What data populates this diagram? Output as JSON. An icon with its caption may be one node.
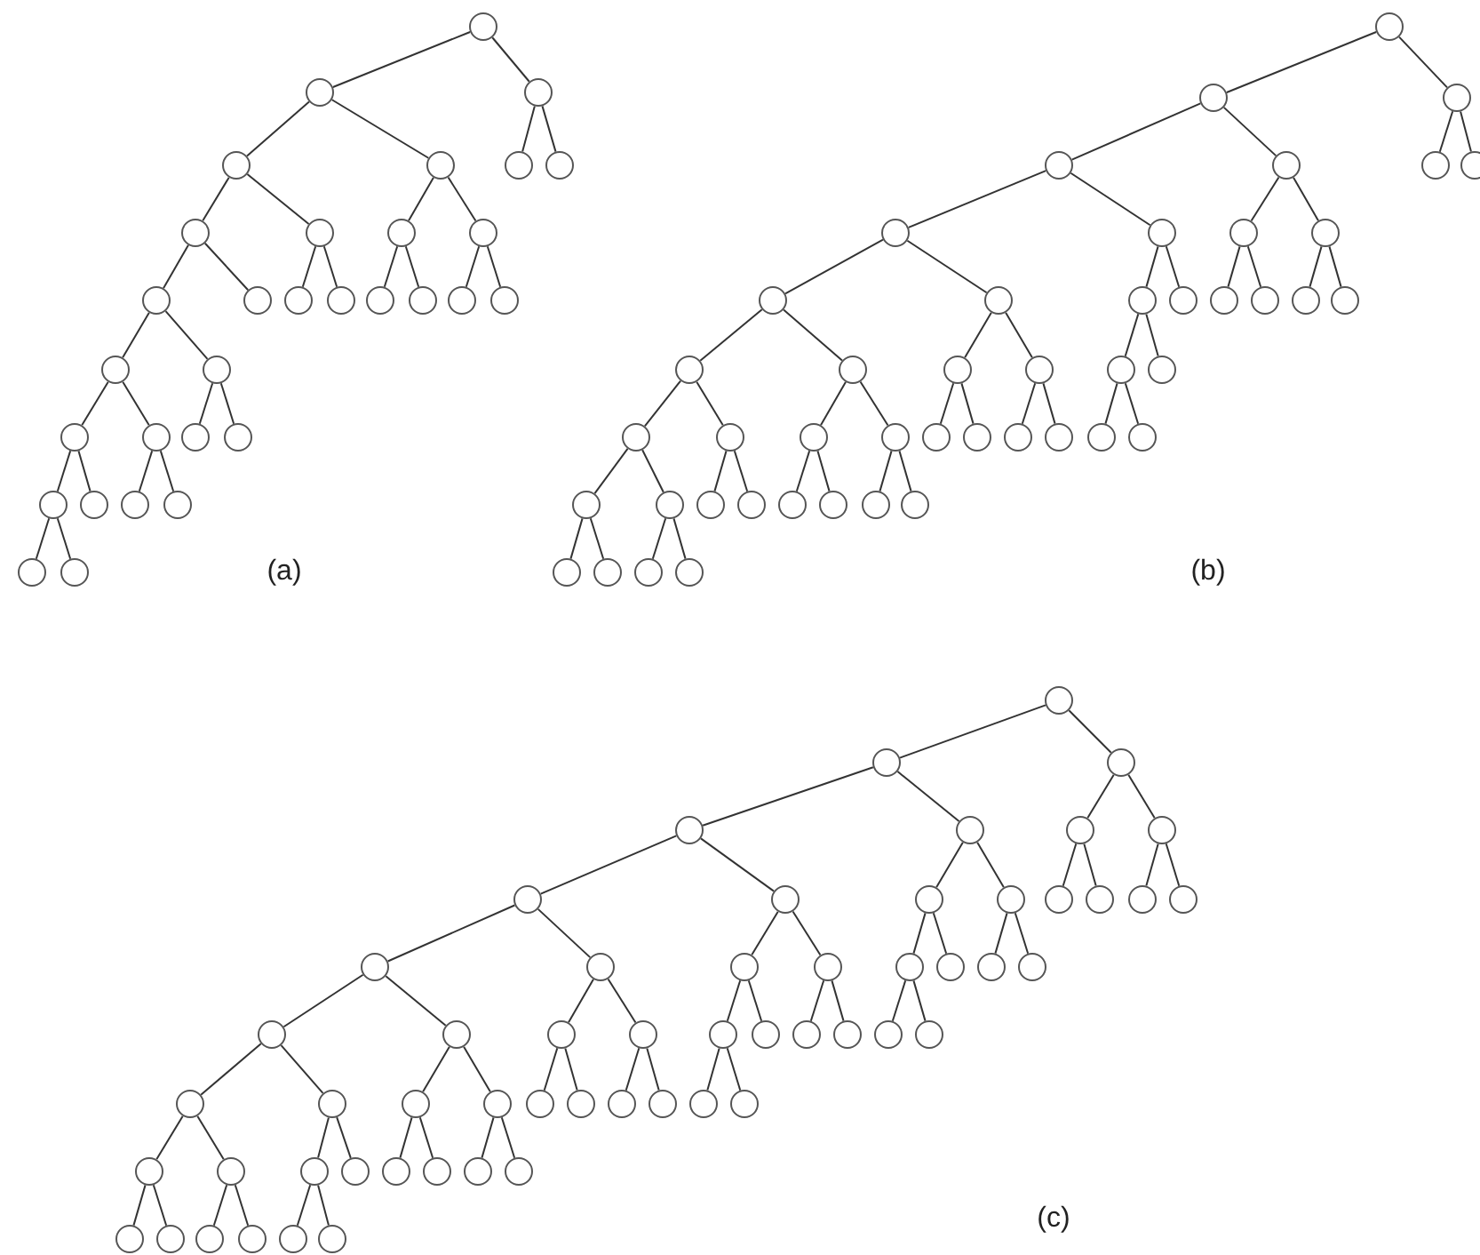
{
  "diagram": {
    "nodes": [
      {
        "text": [],
        "shape": "circle"
      },
      {
        "text": [],
        "shape": "circle"
      },
      {
        "text": [],
        "shape": "circle"
      },
      {
        "text": [],
        "shape": "circle"
      },
      {
        "text": [],
        "shape": "circle"
      },
      {
        "text": [],
        "shape": "circle"
      },
      {
        "text": [],
        "shape": "circle"
      },
      {
        "text": [],
        "shape": "circle"
      },
      {
        "text": [],
        "shape": "circle"
      },
      {
        "text": [],
        "shape": "circle"
      },
      {
        "text": [],
        "shape": "circle"
      },
      {
        "text": [],
        "shape": "circle"
      },
      {
        "text": [],
        "shape": "circle"
      },
      {
        "text": [],
        "shape": "circle"
      },
      {
        "text": [],
        "shape": "circle"
      },
      {
        "text": [],
        "shape": "circle"
      },
      {
        "text": [],
        "shape": "circle"
      },
      {
        "text": [],
        "shape": "circle"
      },
      {
        "text": [],
        "shape": "circle"
      },
      {
        "text": [],
        "shape": "circle"
      },
      {
        "text": [],
        "shape": "circle"
      },
      {
        "text": [],
        "shape": "circle"
      },
      {
        "text": [],
        "shape": "circle"
      },
      {
        "text": [],
        "shape": "circle"
      },
      {
        "text": [],
        "shape": "circle"
      },
      {
        "text": [],
        "shape": "circle"
      },
      {
        "text": [],
        "shape": "circle"
      },
      {
        "text": [],
        "shape": "circle"
      },
      {
        "text": [],
        "shape": "circle"
      },
      {
        "text": [],
        "shape": "circle"
      },
      {
        "text": [],
        "shape": "circle"
      },
      {
        "text": [],
        "shape": "circle"
      },
      {
        "text": [],
        "shape": "circle"
      },
      {
        "text": [],
        "shape": "circle"
      },
      {
        "text": [],
        "shape": "circle"
      },
      {
        "text": [],
        "shape": "circle"
      },
      {
        "text": [],
        "shape": "circle"
      },
      {
        "text": [],
        "shape": "circle"
      },
      {
        "text": [],
        "shape": "circle"
      },
      {
        "text": [],
        "shape": "circle"
      },
      {
        "text": [],
        "shape": "circle"
      },
      {
        "text": [],
        "shape": "circle"
      },
      {
        "text": [],
        "shape": "circle"
      },
      {
        "text": [],
        "shape": "circle"
      },
      {
        "text": [],
        "shape": "circle"
      },
      {
        "text": [],
        "shape": "circle"
      },
      {
        "text": [],
        "shape": "circle"
      },
      {
        "text": [],
        "shape": "circle"
      },
      {
        "text": [],
        "shape": "circle"
      },
      {
        "text": [],
        "shape": "circle"
      },
      {
        "text": [],
        "shape": "circle"
      },
      {
        "text": [],
        "shape": "circle"
      },
      {
        "text": [],
        "shape": "circle"
      },
      {
        "text": [],
        "shape": "circle"
      },
      {
        "text": [],
        "shape": "circle"
      },
      {
        "text": [],
        "shape": "circle"
      },
      {
        "text": [],
        "shape": "circle"
      },
      {
        "text": [],
        "shape": "circle"
      },
      {
        "text": [],
        "shape": "circle"
      },
      {
        "text": [],
        "shape": "circle"
      },
      {
        "text": [],
        "shape": "circle"
      },
      {
        "text": [],
        "shape": "circle"
      },
      {
        "text": [],
        "shape": "circle"
      },
      {
        "text": [],
        "shape": "circle"
      },
      {
        "text": [],
        "shape": "circle"
      },
      {
        "text": [],
        "shape": "circle"
      },
      {
        "text": [],
        "shape": "circle"
      },
      {
        "text": [],
        "shape": "circle"
      },
      {
        "text": [],
        "shape": "circle"
      },
      {
        "text": [],
        "shape": "circle"
      },
      {
        "text": [],
        "shape": "circle"
      },
      {
        "text": [],
        "shape": "circle"
      },
      {
        "text": [],
        "shape": "circle"
      },
      {
        "text": [],
        "shape": "circle"
      },
      {
        "text": [],
        "shape": "circle"
      },
      {
        "text": [],
        "shape": "circle"
      },
      {
        "text": [],
        "shape": "circle"
      },
      {
        "text": [],
        "shape": "circle"
      },
      {
        "text": [],
        "shape": "circle"
      },
      {
        "text": [],
        "shape": "circle"
      },
      {
        "text": [],
        "shape": "circle"
      },
      {
        "text": [],
        "shape": "circle"
      },
      {
        "text": [],
        "shape": "circle"
      },
      {
        "text": [],
        "shape": "circle"
      },
      {
        "text": [],
        "shape": "circle"
      },
      {
        "text": [],
        "shape": "circle"
      },
      {
        "text": [],
        "shape": "circle"
      },
      {
        "text": [],
        "shape": "circle"
      },
      {
        "text": [],
        "shape": "circle"
      },
      {
        "text": [],
        "shape": "circle"
      },
      {
        "text": [],
        "shape": "circle"
      },
      {
        "text": [],
        "shape": "circle"
      },
      {
        "text": [],
        "shape": "circle"
      },
      {
        "text": [],
        "shape": "circle"
      },
      {
        "text": [],
        "shape": "circle"
      },
      {
        "text": [],
        "shape": "circle"
      },
      {
        "text": [],
        "shape": "circle"
      },
      {
        "text": [],
        "shape": "circle"
      },
      {
        "text": [],
        "shape": "circle"
      },
      {
        "text": [],
        "shape": "circle"
      },
      {
        "text": [],
        "shape": "circle"
      },
      {
        "text": [],
        "shape": "circle"
      },
      {
        "text": [],
        "shape": "circle"
      },
      {
        "text": [],
        "shape": "circle"
      },
      {
        "text": [],
        "shape": "circle"
      },
      {
        "text": [],
        "shape": "circle"
      },
      {
        "text": [],
        "shape": "circle"
      },
      {
        "text": [],
        "shape": "circle"
      },
      {
        "text": [],
        "shape": "circle"
      },
      {
        "text": [],
        "shape": "circle"
      },
      {
        "text": [],
        "shape": "circle"
      },
      {
        "text": [],
        "shape": "circle"
      },
      {
        "text": [],
        "shape": "circle"
      },
      {
        "text": [],
        "shape": "circle"
      },
      {
        "text": [],
        "shape": "circle"
      },
      {
        "text": [],
        "shape": "circle"
      },
      {
        "text": [],
        "shape": "circle"
      },
      {
        "text": [],
        "shape": "circle"
      },
      {
        "text": [],
        "shape": "circle"
      },
      {
        "text": [],
        "shape": "circle"
      },
      {
        "text": [],
        "shape": "circle"
      },
      {
        "text": [],
        "shape": "circle"
      },
      {
        "text": [],
        "shape": "circle"
      },
      {
        "text": [],
        "shape": "circle"
      },
      {
        "text": [],
        "shape": "circle"
      },
      {
        "text": [],
        "shape": "circle"
      },
      {
        "text": [],
        "shape": "circle"
      },
      {
        "text": [],
        "shape": "circle"
      },
      {
        "text": [],
        "shape": "circle"
      },
      {
        "text": [],
        "shape": "circle"
      },
      {
        "text": [],
        "shape": "circle"
      },
      {
        "text": [],
        "shape": "circle"
      },
      {
        "text": [],
        "shape": "circle"
      },
      {
        "text": [],
        "shape": "circle"
      },
      {
        "text": [],
        "shape": "circle"
      }
    ],
    "edges": [
      {
        "from": 0,
        "to": 1,
        "arrow": "none"
      },
      {
        "from": 1,
        "to": 2,
        "arrow": "none"
      },
      {
        "from": 2,
        "to": 3,
        "arrow": "none"
      },
      {
        "from": 3,
        "to": 4,
        "arrow": "none"
      },
      {
        "from": 4,
        "to": 5,
        "arrow": "none"
      },
      {
        "from": 5,
        "to": 6,
        "arrow": "none"
      },
      {
        "from": 6,
        "to": 7,
        "arrow": "none"
      },
      {
        "from": 7,
        "to": 8,
        "arrow": "none"
      },
      {
        "from": 7,
        "to": 9,
        "arrow": "none"
      },
      {
        "from": 6,
        "to": 10,
        "arrow": "none"
      },
      {
        "from": 5,
        "to": 11,
        "arrow": "none"
      },
      {
        "from": 11,
        "to": 12,
        "arrow": "none"
      },
      {
        "from": 11,
        "to": 13,
        "arrow": "none"
      },
      {
        "from": 4,
        "to": 14,
        "arrow": "none"
      },
      {
        "from": 14,
        "to": 15,
        "arrow": "none"
      },
      {
        "from": 14,
        "to": 16,
        "arrow": "none"
      },
      {
        "from": 3,
        "to": 17,
        "arrow": "none"
      },
      {
        "from": 2,
        "to": 18,
        "arrow": "none"
      },
      {
        "from": 18,
        "to": 19,
        "arrow": "none"
      },
      {
        "from": 18,
        "to": 20,
        "arrow": "none"
      },
      {
        "from": 1,
        "to": 21,
        "arrow": "none"
      },
      {
        "from": 21,
        "to": 22,
        "arrow": "none"
      },
      {
        "from": 22,
        "to": 23,
        "arrow": "none"
      },
      {
        "from": 22,
        "to": 24,
        "arrow": "none"
      },
      {
        "from": 21,
        "to": 25,
        "arrow": "none"
      },
      {
        "from": 25,
        "to": 26,
        "arrow": "none"
      },
      {
        "from": 25,
        "to": 27,
        "arrow": "none"
      },
      {
        "from": 0,
        "to": 28,
        "arrow": "none"
      },
      {
        "from": 28,
        "to": 29,
        "arrow": "none"
      },
      {
        "from": 28,
        "to": 30,
        "arrow": "none"
      },
      {
        "from": 31,
        "to": 32,
        "arrow": "none"
      },
      {
        "from": 32,
        "to": 33,
        "arrow": "none"
      },
      {
        "from": 33,
        "to": 34,
        "arrow": "none"
      },
      {
        "from": 34,
        "to": 35,
        "arrow": "none"
      },
      {
        "from": 35,
        "to": 36,
        "arrow": "none"
      },
      {
        "from": 36,
        "to": 37,
        "arrow": "none"
      },
      {
        "from": 37,
        "to": 38,
        "arrow": "none"
      },
      {
        "from": 38,
        "to": 39,
        "arrow": "none"
      },
      {
        "from": 38,
        "to": 40,
        "arrow": "none"
      },
      {
        "from": 37,
        "to": 41,
        "arrow": "none"
      },
      {
        "from": 41,
        "to": 42,
        "arrow": "none"
      },
      {
        "from": 41,
        "to": 43,
        "arrow": "none"
      },
      {
        "from": 36,
        "to": 44,
        "arrow": "none"
      },
      {
        "from": 44,
        "to": 45,
        "arrow": "none"
      },
      {
        "from": 44,
        "to": 46,
        "arrow": "none"
      },
      {
        "from": 35,
        "to": 47,
        "arrow": "none"
      },
      {
        "from": 47,
        "to": 48,
        "arrow": "none"
      },
      {
        "from": 48,
        "to": 49,
        "arrow": "none"
      },
      {
        "from": 48,
        "to": 50,
        "arrow": "none"
      },
      {
        "from": 47,
        "to": 51,
        "arrow": "none"
      },
      {
        "from": 51,
        "to": 52,
        "arrow": "none"
      },
      {
        "from": 51,
        "to": 53,
        "arrow": "none"
      },
      {
        "from": 34,
        "to": 54,
        "arrow": "none"
      },
      {
        "from": 54,
        "to": 55,
        "arrow": "none"
      },
      {
        "from": 55,
        "to": 56,
        "arrow": "none"
      },
      {
        "from": 55,
        "to": 57,
        "arrow": "none"
      },
      {
        "from": 54,
        "to": 58,
        "arrow": "none"
      },
      {
        "from": 58,
        "to": 59,
        "arrow": "none"
      },
      {
        "from": 58,
        "to": 60,
        "arrow": "none"
      },
      {
        "from": 33,
        "to": 61,
        "arrow": "none"
      },
      {
        "from": 61,
        "to": 62,
        "arrow": "none"
      },
      {
        "from": 62,
        "to": 63,
        "arrow": "none"
      },
      {
        "from": 63,
        "to": 64,
        "arrow": "none"
      },
      {
        "from": 63,
        "to": 65,
        "arrow": "none"
      },
      {
        "from": 62,
        "to": 66,
        "arrow": "none"
      },
      {
        "from": 61,
        "to": 67,
        "arrow": "none"
      },
      {
        "from": 32,
        "to": 68,
        "arrow": "none"
      },
      {
        "from": 68,
        "to": 69,
        "arrow": "none"
      },
      {
        "from": 69,
        "to": 70,
        "arrow": "none"
      },
      {
        "from": 69,
        "to": 71,
        "arrow": "none"
      },
      {
        "from": 68,
        "to": 72,
        "arrow": "none"
      },
      {
        "from": 72,
        "to": 73,
        "arrow": "none"
      },
      {
        "from": 72,
        "to": 74,
        "arrow": "none"
      },
      {
        "from": 31,
        "to": 75,
        "arrow": "none"
      },
      {
        "from": 75,
        "to": 76,
        "arrow": "none"
      },
      {
        "from": 75,
        "to": 77,
        "arrow": "none"
      },
      {
        "from": 78,
        "to": 79,
        "arrow": "none"
      },
      {
        "from": 79,
        "to": 80,
        "arrow": "none"
      },
      {
        "from": 80,
        "to": 81,
        "arrow": "none"
      },
      {
        "from": 81,
        "to": 82,
        "arrow": "none"
      },
      {
        "from": 82,
        "to": 83,
        "arrow": "none"
      },
      {
        "from": 83,
        "to": 84,
        "arrow": "none"
      },
      {
        "from": 84,
        "to": 85,
        "arrow": "none"
      },
      {
        "from": 85,
        "to": 86,
        "arrow": "none"
      },
      {
        "from": 85,
        "to": 87,
        "arrow": "none"
      },
      {
        "from": 84,
        "to": 88,
        "arrow": "none"
      },
      {
        "from": 88,
        "to": 89,
        "arrow": "none"
      },
      {
        "from": 88,
        "to": 90,
        "arrow": "none"
      },
      {
        "from": 83,
        "to": 91,
        "arrow": "none"
      },
      {
        "from": 91,
        "to": 92,
        "arrow": "none"
      },
      {
        "from": 92,
        "to": 93,
        "arrow": "none"
      },
      {
        "from": 92,
        "to": 94,
        "arrow": "none"
      },
      {
        "from": 91,
        "to": 95,
        "arrow": "none"
      },
      {
        "from": 82,
        "to": 96,
        "arrow": "none"
      },
      {
        "from": 96,
        "to": 97,
        "arrow": "none"
      },
      {
        "from": 97,
        "to": 98,
        "arrow": "none"
      },
      {
        "from": 97,
        "to": 99,
        "arrow": "none"
      },
      {
        "from": 96,
        "to": 100,
        "arrow": "none"
      },
      {
        "from": 100,
        "to": 101,
        "arrow": "none"
      },
      {
        "from": 100,
        "to": 102,
        "arrow": "none"
      },
      {
        "from": 81,
        "to": 103,
        "arrow": "none"
      },
      {
        "from": 103,
        "to": 104,
        "arrow": "none"
      },
      {
        "from": 104,
        "to": 105,
        "arrow": "none"
      },
      {
        "from": 104,
        "to": 106,
        "arrow": "none"
      },
      {
        "from": 103,
        "to": 107,
        "arrow": "none"
      },
      {
        "from": 107,
        "to": 108,
        "arrow": "none"
      },
      {
        "from": 107,
        "to": 109,
        "arrow": "none"
      },
      {
        "from": 80,
        "to": 110,
        "arrow": "none"
      },
      {
        "from": 110,
        "to": 111,
        "arrow": "none"
      },
      {
        "from": 111,
        "to": 112,
        "arrow": "none"
      },
      {
        "from": 112,
        "to": 113,
        "arrow": "none"
      },
      {
        "from": 112,
        "to": 114,
        "arrow": "none"
      },
      {
        "from": 111,
        "to": 115,
        "arrow": "none"
      },
      {
        "from": 110,
        "to": 116,
        "arrow": "none"
      },
      {
        "from": 116,
        "to": 117,
        "arrow": "none"
      },
      {
        "from": 116,
        "to": 118,
        "arrow": "none"
      },
      {
        "from": 79,
        "to": 119,
        "arrow": "none"
      },
      {
        "from": 119,
        "to": 120,
        "arrow": "none"
      },
      {
        "from": 120,
        "to": 121,
        "arrow": "none"
      },
      {
        "from": 121,
        "to": 122,
        "arrow": "none"
      },
      {
        "from": 121,
        "to": 123,
        "arrow": "none"
      },
      {
        "from": 120,
        "to": 124,
        "arrow": "none"
      },
      {
        "from": 119,
        "to": 125,
        "arrow": "none"
      },
      {
        "from": 125,
        "to": 126,
        "arrow": "none"
      },
      {
        "from": 125,
        "to": 127,
        "arrow": "none"
      },
      {
        "from": 78,
        "to": 128,
        "arrow": "none"
      },
      {
        "from": 128,
        "to": 129,
        "arrow": "none"
      },
      {
        "from": 129,
        "to": 130,
        "arrow": "none"
      },
      {
        "from": 129,
        "to": 131,
        "arrow": "none"
      },
      {
        "from": 128,
        "to": 132,
        "arrow": "none"
      },
      {
        "from": 132,
        "to": 133,
        "arrow": "none"
      },
      {
        "from": 132,
        "to": 134,
        "arrow": "none"
      }
    ],
    "labels": [
      "(a)",
      "(b)",
      "(c)"
    ]
  }
}
